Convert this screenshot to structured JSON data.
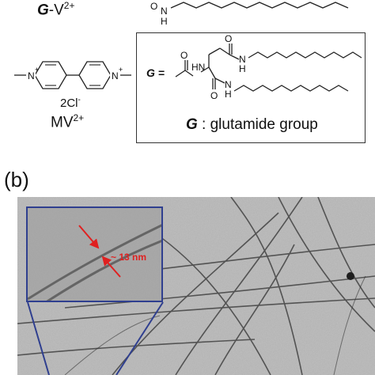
{
  "panel_a": {
    "gv_prefix": "G",
    "gv_main": "-V",
    "gv_charge": "2+",
    "counterion_main": "2Cl",
    "counterion_charge": "-",
    "mv_main": "MV",
    "mv_charge": "2+",
    "g_equals": "G =",
    "caption_g": "G",
    "caption_rest": " : glutamide group",
    "atoms": {
      "n_top": "N",
      "h_top": "H",
      "n_plus": "N",
      "plus": "+",
      "hn": "HN",
      "h_left": "H",
      "n_right": "N",
      "n_bottom": "N",
      "h_bottom": "H"
    }
  },
  "panel_b": {
    "label": "(b)",
    "scale_label": "~ 13 nm"
  },
  "colors": {
    "inset_border": "#2f3f8f",
    "annotation_red": "#e02020",
    "box_border": "#333333"
  }
}
